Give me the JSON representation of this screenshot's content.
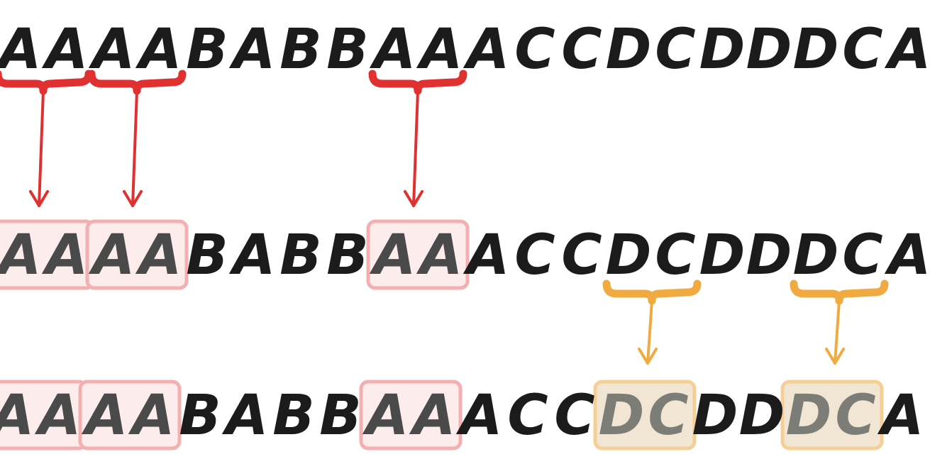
{
  "rows": [
    {
      "letters": [
        "A",
        "A",
        "A",
        "A",
        "B",
        "A",
        "B",
        "B",
        "A",
        "A",
        "A",
        "C",
        "C",
        "D",
        "C",
        "D",
        "D",
        "D",
        "C",
        "A"
      ],
      "highlights": []
    },
    {
      "letters": [
        "A",
        "A",
        "A",
        "A",
        "B",
        "A",
        "B",
        "B",
        "A",
        "A",
        "A",
        "C",
        "C",
        "D",
        "C",
        "D",
        "D",
        "D",
        "C",
        "A"
      ],
      "highlights": [
        {
          "from": 0,
          "to": 1,
          "color": "red"
        },
        {
          "from": 2,
          "to": 3,
          "color": "red"
        },
        {
          "from": 8,
          "to": 9,
          "color": "red"
        }
      ]
    },
    {
      "letters": [
        "A",
        "A",
        "A",
        "A",
        "B",
        "A",
        "B",
        "B",
        "A",
        "A",
        "A",
        "C",
        "C",
        "D",
        "C",
        "D",
        "D",
        "D",
        "C",
        "A"
      ],
      "highlights": [
        {
          "from": 0,
          "to": 1,
          "color": "red"
        },
        {
          "from": 2,
          "to": 3,
          "color": "red"
        },
        {
          "from": 8,
          "to": 9,
          "color": "red"
        },
        {
          "from": 13,
          "to": 14,
          "color": "orange"
        },
        {
          "from": 17,
          "to": 18,
          "color": "orange"
        }
      ]
    }
  ],
  "arrows": [
    {
      "from_row": 0,
      "to_row": 1,
      "from": 0,
      "to": 1,
      "color": "red"
    },
    {
      "from_row": 0,
      "to_row": 1,
      "from": 2,
      "to": 3,
      "color": "red"
    },
    {
      "from_row": 0,
      "to_row": 1,
      "from": 8,
      "to": 9,
      "color": "red"
    },
    {
      "from_row": 1,
      "to_row": 2,
      "from": 13,
      "to": 14,
      "color": "orange"
    },
    {
      "from_row": 1,
      "to_row": 2,
      "from": 17,
      "to": 18,
      "color": "orange"
    }
  ],
  "colors": {
    "text": "#1b1b1b",
    "highlighted_text": "#4a4a4a",
    "red": "#e03030",
    "red_box_stroke": "#f4b0b0",
    "red_box_fill": "#fdecec",
    "orange": "#f0aa40",
    "orange_box_stroke": "#f5cf96",
    "orange_box_fill": "#f1e6d4",
    "orange_highlighted_text": "#7d7d78"
  }
}
